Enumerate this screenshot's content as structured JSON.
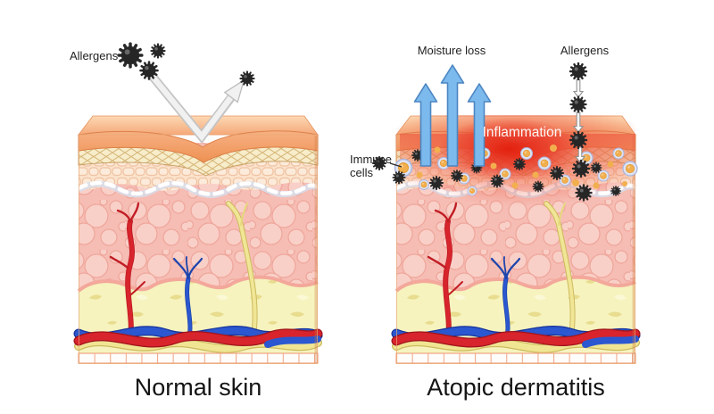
{
  "panels": {
    "left": {
      "caption": "Normal skin",
      "allergens_label": "Allergens"
    },
    "right": {
      "caption": "Atopic dermatitis",
      "moisture_loss_label": "Moisture loss",
      "allergens_label": "Allergens",
      "inflammation_label": "Inflammation",
      "immune_cells_label": [
        "Immune",
        "cells"
      ]
    }
  },
  "colors": {
    "background": "#ffffff",
    "inflammation_red": "#e5301c",
    "moisture_arrow_blue": "#7cb9ec",
    "allergen_black": "#262626",
    "immune_cell_orange": "#f2af4e",
    "immune_cell_ring": "#dfe4f4",
    "epidermis_peach": "#fbe2cb",
    "dermis_pink": "#f6bdb4",
    "fat_yellow": "#f6f3be",
    "artery_red": "#d8242c",
    "vein_blue": "#2b57d0",
    "nerve_yellow": "#f0e593"
  }
}
